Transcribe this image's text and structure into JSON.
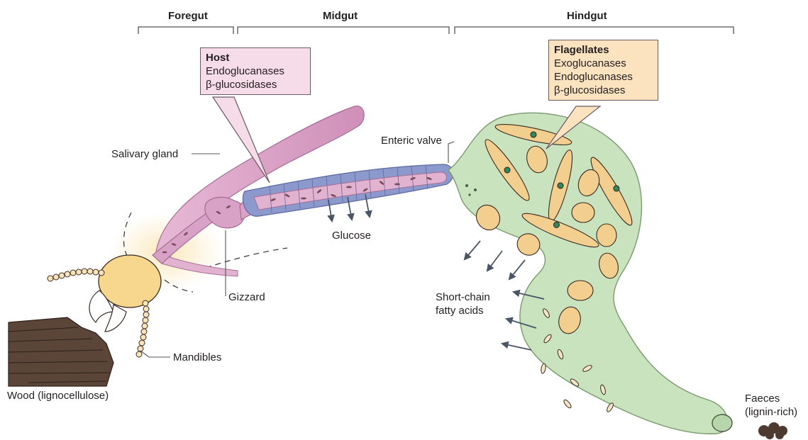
{
  "sections": {
    "foregut": "Foregut",
    "midgut": "Midgut",
    "hindgut": "Hindgut"
  },
  "host_box": {
    "title": "Host",
    "lines": [
      "Endoglucanases",
      "β-glucosidases"
    ]
  },
  "flagellates_box": {
    "title": "Flagellates",
    "lines": [
      "Exoglucanases",
      "Endoglucanases",
      "β-glucosidases"
    ]
  },
  "labels": {
    "salivary_gland": "Salivary gland",
    "enteric_valve": "Enteric valve",
    "glucose": "Glucose",
    "gizzard": "Gizzard",
    "mandibles": "Mandibles",
    "wood": "Wood (lignocellulose)",
    "scfa_line1": "Short-chain",
    "scfa_line2": "fatty acids",
    "faeces_line1": "Faeces",
    "faeces_line2": "(lignin-rich)"
  },
  "colors": {
    "host_pink": "#dba9c9",
    "midgut_blue": "#8c99cc",
    "hindgut_green": "#c9e3bf",
    "flagellate_tan": "#f2cf8e",
    "head_yellow": "#f7d78e",
    "wood_brown": "#5b4438"
  }
}
